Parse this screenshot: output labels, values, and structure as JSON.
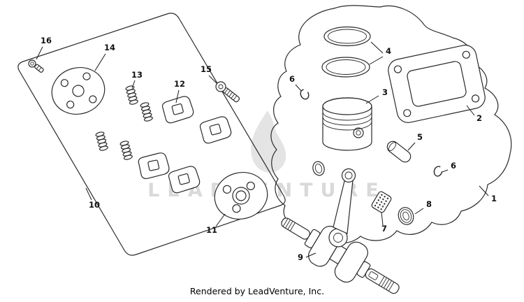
{
  "diagram": {
    "watermark": "LEADVENTURE",
    "footer": "Rendered by LeadVenture, Inc.",
    "callouts": [
      {
        "label": "1"
      },
      {
        "label": "2"
      },
      {
        "label": "3"
      },
      {
        "label": "4"
      },
      {
        "label": "5"
      },
      {
        "label": "6"
      },
      {
        "label": "6"
      },
      {
        "label": "7"
      },
      {
        "label": "8"
      },
      {
        "label": "9"
      },
      {
        "label": "10"
      },
      {
        "label": "11"
      },
      {
        "label": "12"
      },
      {
        "label": "13"
      },
      {
        "label": "14"
      },
      {
        "label": "15"
      },
      {
        "label": "16"
      }
    ]
  }
}
